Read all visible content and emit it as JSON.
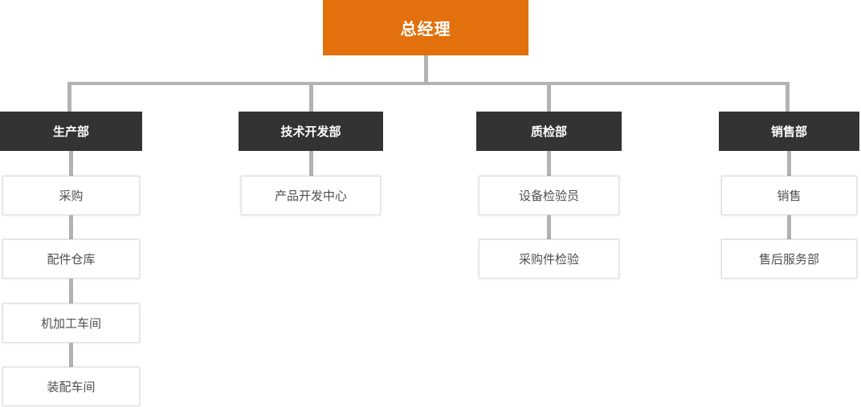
{
  "chart": {
    "type": "org-chart",
    "root": {
      "label": "总经理"
    },
    "columns": [
      {
        "dept": "生产部",
        "children": [
          "采购",
          "配件仓库",
          "机加工车间",
          "装配车间"
        ]
      },
      {
        "dept": "技术开发部",
        "children": [
          "产品开发中心"
        ]
      },
      {
        "dept": "质检部",
        "children": [
          "设备检验员",
          "采购件检验"
        ]
      },
      {
        "dept": "销售部",
        "children": [
          "销售",
          "售后服务部"
        ]
      }
    ],
    "colors": {
      "root_bg": "#e2700d",
      "dept_bg": "#333333",
      "connector": "#b2b2b2",
      "child_border": "#e0e0e0",
      "child_text": "#4f4f4f",
      "node_text_light": "#ffffff",
      "background": "#ffffff"
    }
  }
}
